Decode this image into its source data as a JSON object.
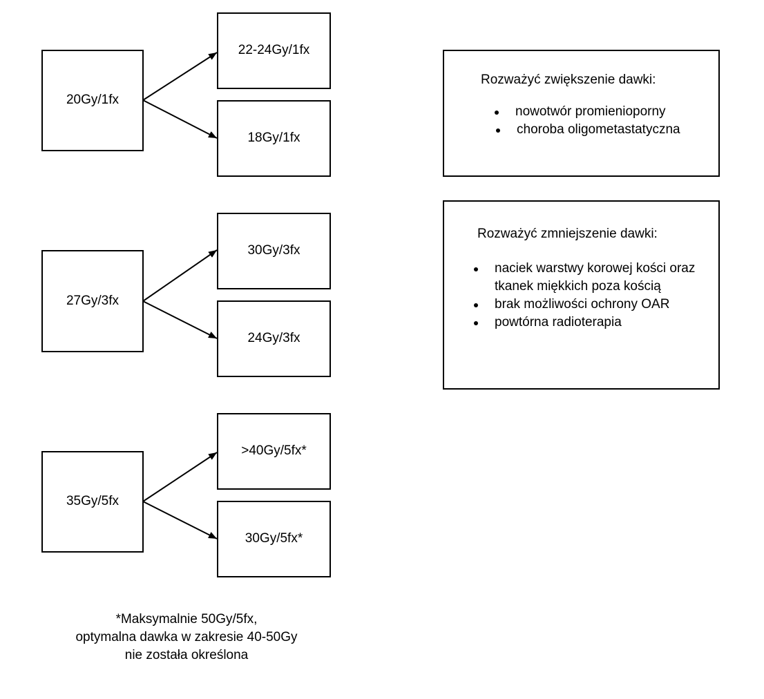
{
  "schemes": [
    {
      "source": "20Gy/1fx",
      "higher": "22-24Gy/1fx",
      "lower": "18Gy/1fx"
    },
    {
      "source": "27Gy/3fx",
      "higher": "30Gy/3fx",
      "lower": "24Gy/3fx"
    },
    {
      "source": "35Gy/5fx",
      "higher": ">40Gy/5fx*",
      "lower": "30Gy/5fx*"
    }
  ],
  "increase": {
    "heading": "Rozważyć zwiększenie dawki:",
    "items": [
      "nowotwór promienioporny",
      "choroba oligometastatyczna"
    ]
  },
  "decrease": {
    "heading": "Rozważyć zmniejszenie dawki:",
    "items": [
      "naciek warstwy korowej kości oraz tkanek miękkich poza kością",
      "brak możliwości ochrony OAR",
      "powtórna radioterapia"
    ]
  },
  "footnote": {
    "line1": "*Maksymalnie 50Gy/5fx,",
    "line2": "optymalna dawka w zakresie 40-50Gy",
    "line3": "nie została określona"
  }
}
